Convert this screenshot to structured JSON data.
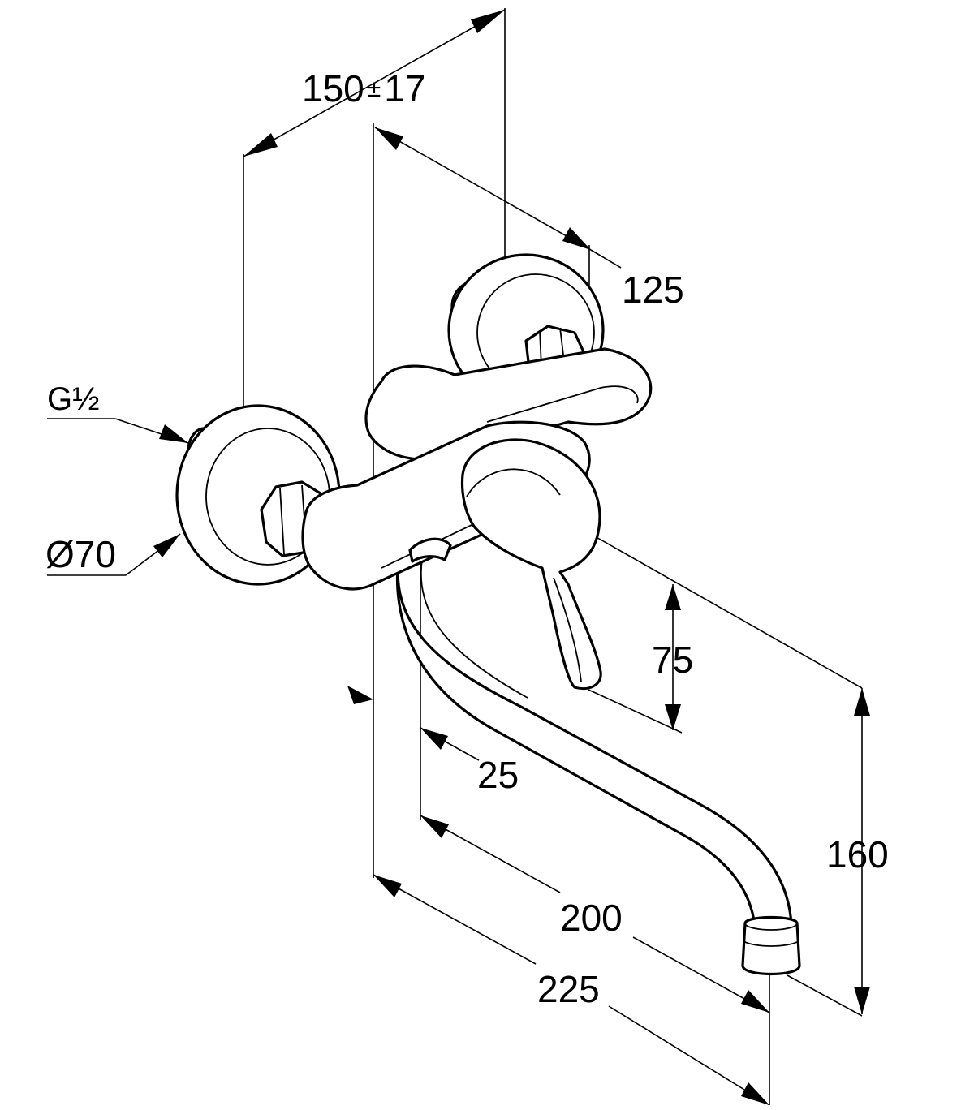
{
  "drawing": {
    "subject": "wall-mounted single-lever kitchen mixer with swivel spout",
    "dimensions": {
      "connection_spacing": {
        "value": "150",
        "tolerance_symbol": "±",
        "tolerance": "17"
      },
      "body_to_wall": "125",
      "thread": "G½",
      "rosette_diameter": "Ø70",
      "lever_height": "75",
      "spout_offset": "25",
      "spout_reach_inner": "200",
      "spout_reach_outer": "225",
      "spout_height": "160"
    }
  }
}
